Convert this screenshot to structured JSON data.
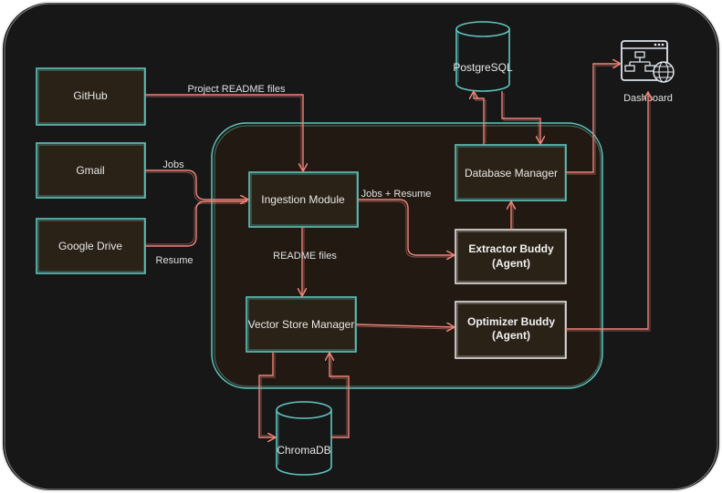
{
  "nodes": {
    "github": "GitHub",
    "gmail": "Gmail",
    "google_drive": "Google Drive",
    "ingestion": "Ingestion Module",
    "vector_store": "Vector Store Manager",
    "database_manager": "Database Manager",
    "extractor_line1": "Extractor Buddy",
    "extractor_line2": "(Agent)",
    "optimizer_line1": "Optimizer Buddy",
    "optimizer_line2": "(Agent)",
    "postgres": "PostgreSQL",
    "chromadb": "ChromaDB",
    "dashboard": "Dashboard"
  },
  "edges": {
    "project_readme": "Project README files",
    "jobs": "Jobs",
    "resume": "Resume",
    "jobs_resume": "Jobs + Resume",
    "readme_files": "README files"
  },
  "colors": {
    "background": "#171717",
    "panel": "#2a2117",
    "teal_stroke": "#5fc7c0",
    "agent_stroke": "#e6e6e6",
    "arrow": "#f0857b"
  }
}
